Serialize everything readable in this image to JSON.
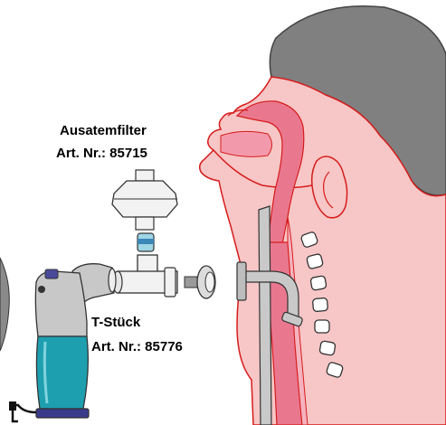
{
  "labels": {
    "exhale_filter_name": "Ausatemfilter",
    "exhale_filter_art": "Art. Nr.: 85715",
    "t_piece_name": "T-Stück",
    "t_piece_art": "Art. Nr.: 85776"
  },
  "colors": {
    "skin": "#f7c6c6",
    "skin_outline": "#d61c1c",
    "hair": "#808080",
    "airway": "#e9788f",
    "spine": "#ffffff",
    "device_blue": "#1e9fb0",
    "device_grey": "#c8c8c8",
    "cannula_grey": "#c9c9c9"
  },
  "icons": [
    "human-head-profile",
    "tracheostomy-cannula",
    "exhale-filter",
    "t-piece-connector",
    "nebulizer-device",
    "connector-ring"
  ]
}
